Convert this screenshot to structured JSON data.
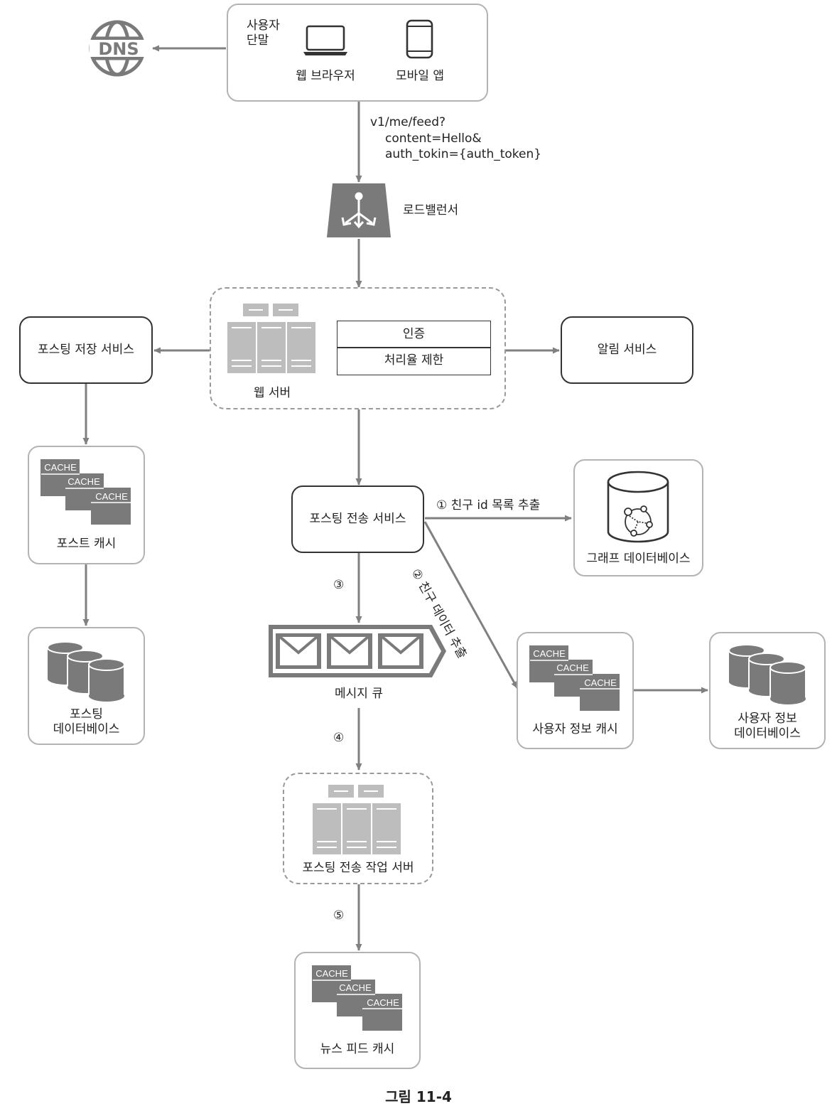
{
  "client": {
    "label": "사용자\n단말",
    "browser": "웹 브라우저",
    "mobile": "모바일 앱"
  },
  "dns": {
    "label": "DNS"
  },
  "request": {
    "line1": "v1/me/feed?",
    "line2": "content=Hello&",
    "line3": "auth_tokin={auth_token}"
  },
  "load_balancer": {
    "label": "로드밸런서"
  },
  "web_server": {
    "label": "웹 서버",
    "auth": "인증",
    "rate_limit": "처리율 제한"
  },
  "post_storage_service": {
    "label": "포스팅 저장 서비스"
  },
  "notification_service": {
    "label": "알림 서비스"
  },
  "post_cache": {
    "label": "포스트 캐시"
  },
  "post_db": {
    "label": "포스팅\n데이터베이스"
  },
  "fanout_service": {
    "label": "포스팅 전송 서비스"
  },
  "graph_db": {
    "label": "그래프 데이터베이스"
  },
  "step1": {
    "label": "① 친구 id 목록 추출"
  },
  "step2": {
    "label": "② 친구 데이터 추출"
  },
  "step3": {
    "label": "③"
  },
  "step4": {
    "label": "④"
  },
  "step5": {
    "label": "⑤"
  },
  "message_queue": {
    "label": "메시지 큐"
  },
  "user_cache": {
    "label": "사용자 정보 캐시"
  },
  "user_db": {
    "label": "사용자 정보\n데이터베이스"
  },
  "fanout_workers": {
    "label": "포스팅 전송 작업 서버"
  },
  "news_feed_cache": {
    "label": "뉴스 피드 캐시"
  },
  "cache_chip": {
    "label": "CACHE"
  },
  "caption": {
    "label": "그림 11-4"
  },
  "colors": {
    "line": "#333333",
    "arrow": "#808080",
    "icon": "#7a7a7a",
    "server": "#bdbdbd",
    "border_soft": "#b3b3b3"
  }
}
